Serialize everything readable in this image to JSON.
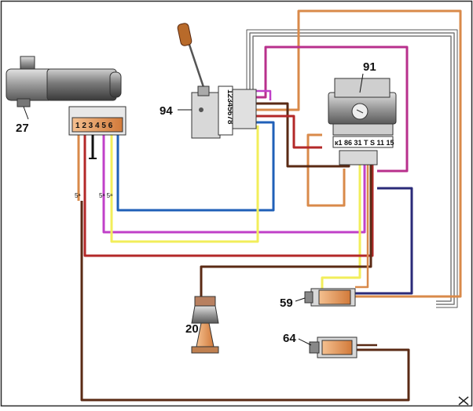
{
  "components": {
    "motor": {
      "callout": "27",
      "pins": "1 2 3 4 5 6"
    },
    "switch": {
      "callout": "94",
      "positions": "12345678"
    },
    "relay": {
      "callout": "91",
      "terminals": "к1 86 31 Т S 11 15"
    },
    "sensor": {
      "callout": "20"
    },
    "connector_a": {
      "callout": "59"
    },
    "connector_b": {
      "callout": "64"
    }
  },
  "wire_colors": {
    "orange": "#d98a4a",
    "pink": "#b8308c",
    "red": "#b32828",
    "brown": "#5a2a14",
    "blue": "#2060b8",
    "navy": "#2a2a78",
    "purple": "#c040c8",
    "yellow": "#f2ee5a",
    "gray": "#8a8a8a"
  }
}
